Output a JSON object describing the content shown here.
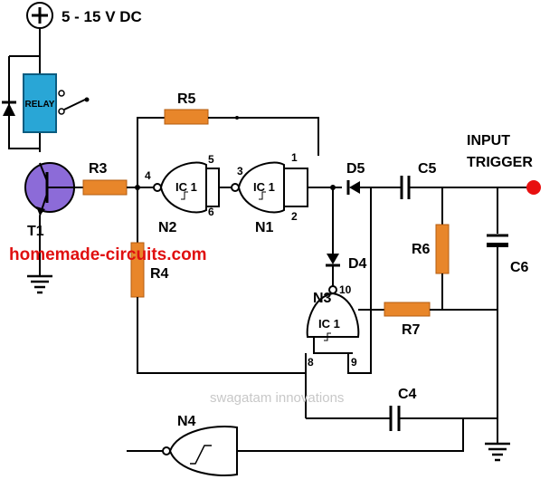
{
  "supply": {
    "label": "5 - 15 V DC",
    "symbol": "+"
  },
  "relay": {
    "label": "RELAY"
  },
  "transistor": {
    "label": "T1"
  },
  "resistors": {
    "r3": "R3",
    "r4": "R4",
    "r5": "R5",
    "r6": "R6",
    "r7": "R7"
  },
  "capacitors": {
    "c4": "C4",
    "c5": "C5",
    "c6": "C6"
  },
  "diodes": {
    "d4": "D4",
    "d5": "D5"
  },
  "gates": {
    "ic_label": "IC 1",
    "n1": {
      "name": "N1",
      "pins": [
        "1",
        "2",
        "3"
      ]
    },
    "n2": {
      "name": "N2",
      "pins": [
        "5",
        "6",
        "4"
      ]
    },
    "n3": {
      "name": "N3",
      "pins": [
        "8",
        "9",
        "10"
      ]
    },
    "n4": {
      "name": "N4"
    }
  },
  "input": {
    "line1": "INPUT",
    "line2": "TRIGGER",
    "dot_color": "#e81010"
  },
  "website": {
    "text": "homemade-circuits.com",
    "color": "#e01010"
  },
  "watermark": {
    "text": "swagatam innovations"
  },
  "colors": {
    "resistor": "#e8862a",
    "relay": "#29a6d6",
    "transistor": "#8c6bd8"
  }
}
